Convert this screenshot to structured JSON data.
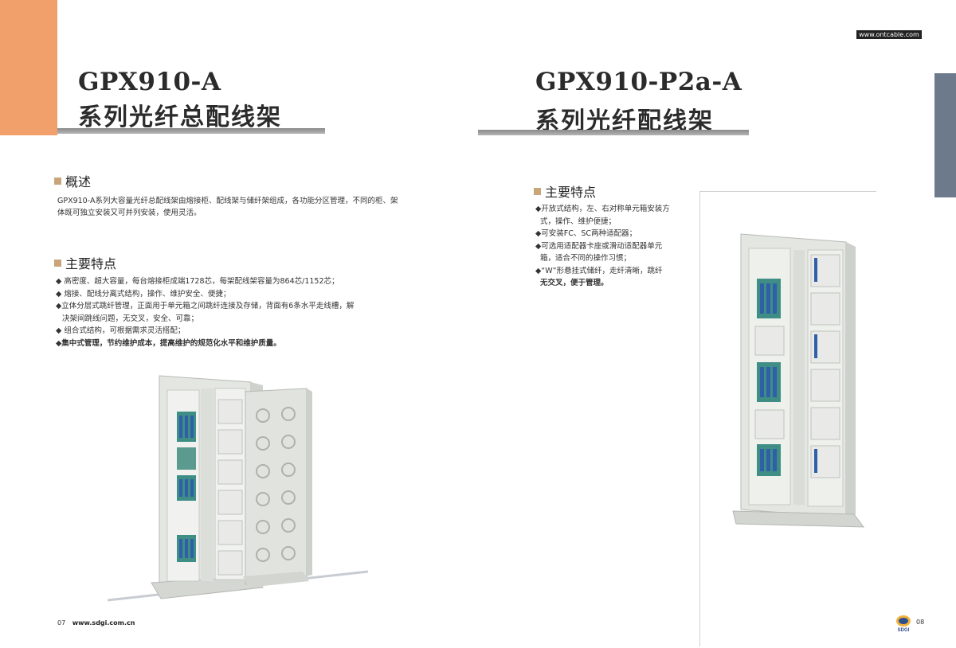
{
  "site_badge": "www.ontcable.com",
  "left": {
    "model": "GPX910-A",
    "subtitle": "系列光纤总配线架",
    "overview_heading": "概述",
    "overview_text": "GPX910-A系列大容量光纤总配线架由熔接柜、配线架与储纤架组成，各功能分区管理，不同的柜、架体既可独立安装又可并列安装，使用灵活。",
    "features_heading": "主要特点",
    "features": [
      "◆ 高密度、超大容量，每台熔接柜成端1728芯，每架配线架容量为864芯/1152芯；",
      "◆ 熔接、配线分离式结构，操作、维护安全、便捷；",
      "◆立体分层式跳纤管理，正面用于单元箱之间跳纤连接及存储，背面有6条水平走线槽，解",
      "决架间跳线问题，无交叉，安全、可靠；",
      "◆ 组合式结构，可根据需求灵活搭配；",
      "◆集中式管理，节约维护成本，提高维护的规范化水平和维护质量。"
    ],
    "page_number": "07",
    "website": "www.sdgi.com.cn"
  },
  "right": {
    "model": "GPX910-P2a-A",
    "subtitle": "系列光纤配线架",
    "features_heading": "主要特点",
    "features": [
      "◆开放式结构，左、右对称单元箱安装方",
      "式，操作、维护便捷；",
      "◆可安装FC、SC两种适配器；",
      "◆可选用适配器卡座或滑动适配器单元",
      "箱，适合不同的操作习惯；",
      "◆“W”形悬挂式储纤，走纤清晰，跳纤",
      "无交叉，便于管理。"
    ],
    "logo_text": "SDGI",
    "page_number": "08"
  },
  "colors": {
    "orange_accent": "#f2a06b",
    "slate_tab": "#6d7a8c",
    "heading_square": "#c9a57a",
    "rule_gray": "#9a9a9a"
  }
}
